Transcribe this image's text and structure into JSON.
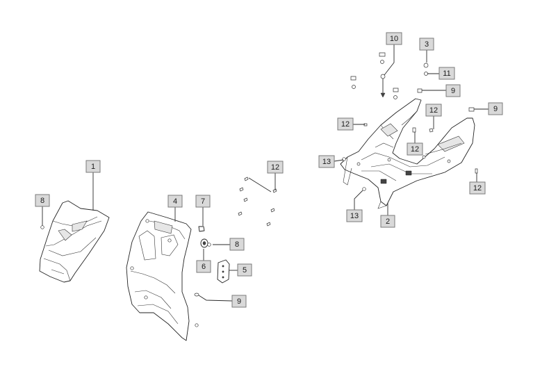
{
  "callouts": [
    {
      "id": "c1",
      "text": "1"
    },
    {
      "id": "c2",
      "text": "2"
    },
    {
      "id": "c3",
      "text": "3"
    },
    {
      "id": "c4",
      "text": "4"
    },
    {
      "id": "c5",
      "text": "5"
    },
    {
      "id": "c6",
      "text": "6"
    },
    {
      "id": "c7",
      "text": "7"
    },
    {
      "id": "c8a",
      "text": "8"
    },
    {
      "id": "c8b",
      "text": "8"
    },
    {
      "id": "c9a",
      "text": "9"
    },
    {
      "id": "c9b",
      "text": "9"
    },
    {
      "id": "c9c",
      "text": "9"
    },
    {
      "id": "c10",
      "text": "10"
    },
    {
      "id": "c11",
      "text": "11"
    },
    {
      "id": "c12a",
      "text": "12"
    },
    {
      "id": "c12b",
      "text": "12"
    },
    {
      "id": "c12c",
      "text": "12"
    },
    {
      "id": "c12d",
      "text": "12"
    },
    {
      "id": "c12e",
      "text": "12"
    },
    {
      "id": "c13a",
      "text": "13"
    },
    {
      "id": "c13b",
      "text": "13"
    }
  ]
}
